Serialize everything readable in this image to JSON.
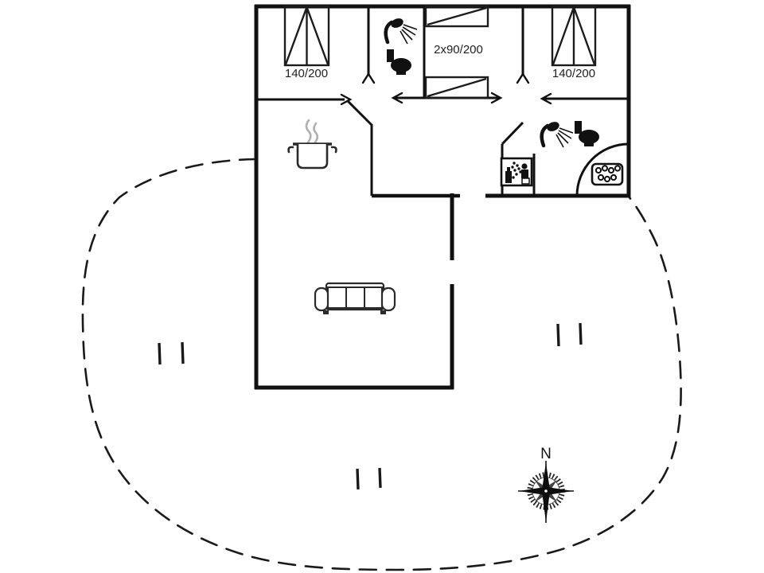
{
  "floorplan": {
    "beds": {
      "left_double": "140/200",
      "bunk_room": "2x90/200",
      "right_double": "140/200"
    },
    "compass": {
      "north": "N"
    },
    "colors": {
      "wall": "#111111",
      "furniture_line": "#2a2a2a",
      "steam": "#b0b0b0",
      "background": "#ffffff"
    },
    "icons": [
      {
        "name": "shower-icon",
        "room": "bathroom-top"
      },
      {
        "name": "toilet-icon",
        "room": "bathroom-top"
      },
      {
        "name": "shower-icon",
        "room": "bathroom-right"
      },
      {
        "name": "toilet-icon",
        "room": "bathroom-right"
      },
      {
        "name": "sauna-icon",
        "room": "bathroom-right"
      },
      {
        "name": "whirlpool-bath-icon",
        "room": "bathroom-right"
      },
      {
        "name": "cooking-pot-icon",
        "room": "kitchen"
      },
      {
        "name": "sofa-icon",
        "room": "living-room"
      },
      {
        "name": "compass-rose-icon",
        "room": "site-plan"
      }
    ]
  }
}
